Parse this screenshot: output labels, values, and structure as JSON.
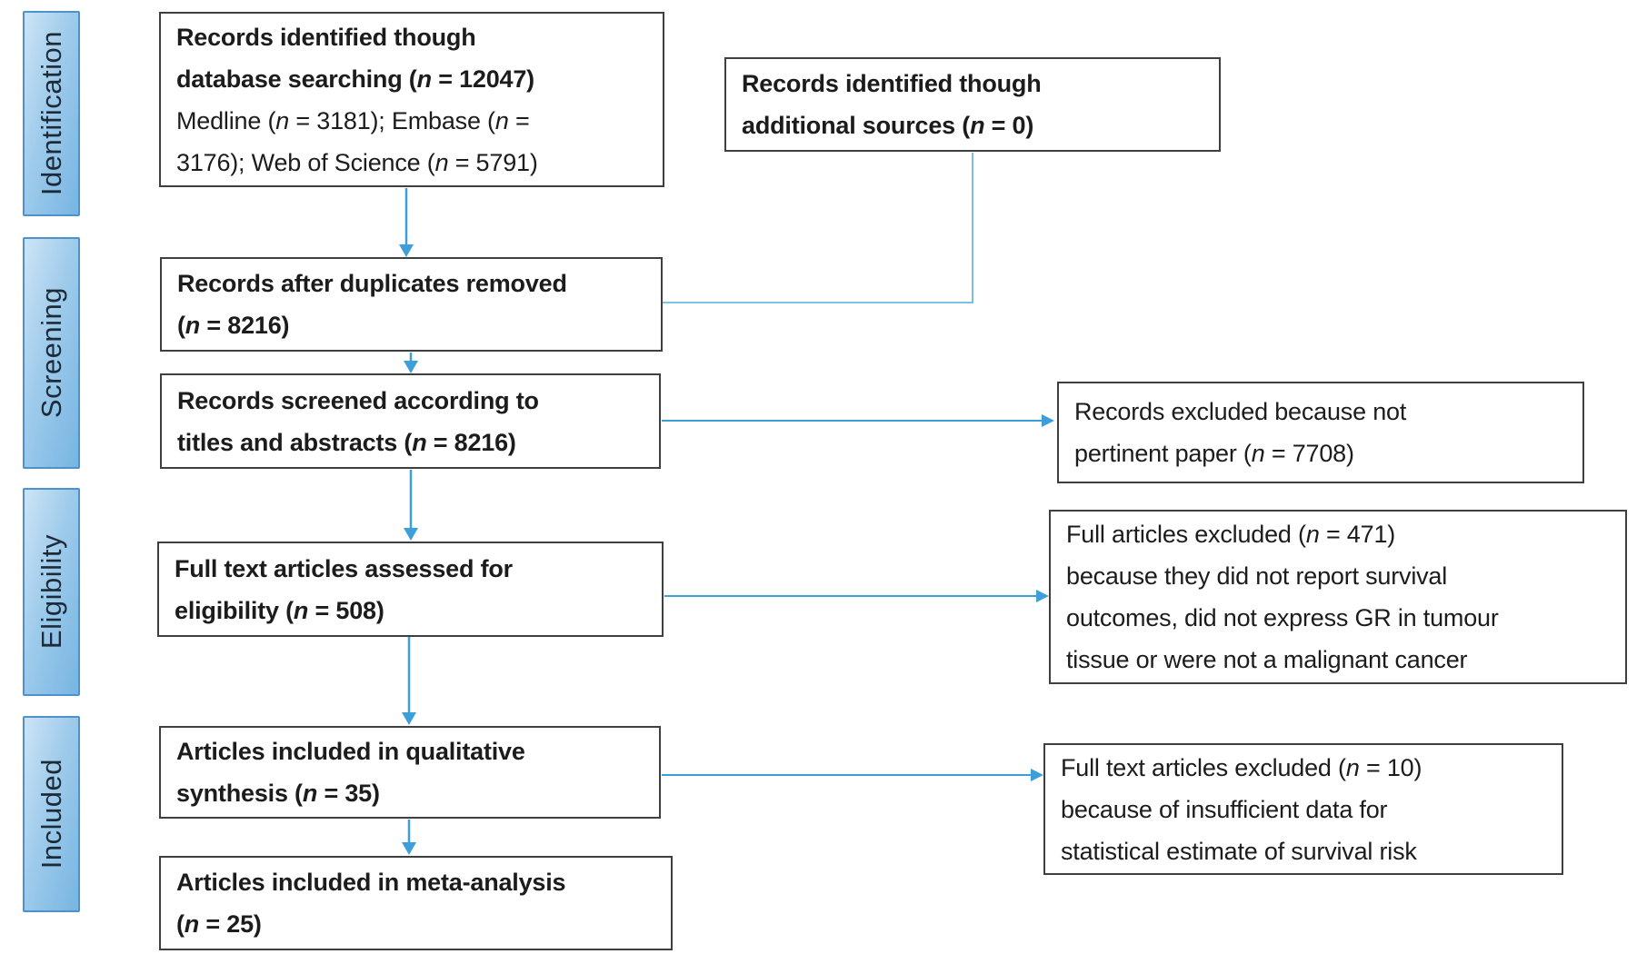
{
  "diagram": {
    "stages": [
      {
        "label": "Identification"
      },
      {
        "label": "Screening"
      },
      {
        "label": "Eligibility"
      },
      {
        "label": "Included"
      }
    ],
    "boxes": {
      "identified_db": {
        "lines": [
          [
            {
              "t": "Records identified though",
              "b": true
            }
          ],
          [
            {
              "t": "database searching (",
              "b": true
            },
            {
              "t": "n",
              "b": true,
              "i": true
            },
            {
              "t": " = 12047)",
              "b": true
            }
          ],
          [
            {
              "t": "Medline ("
            },
            {
              "t": "n",
              "i": true
            },
            {
              "t": " = 3181); Embase ("
            },
            {
              "t": "n",
              "i": true
            },
            {
              "t": " ="
            }
          ],
          [
            {
              "t": "3176); Web of Science ("
            },
            {
              "t": "n",
              "i": true
            },
            {
              "t": " = 5791)"
            }
          ]
        ]
      },
      "additional_sources": {
        "lines": [
          [
            {
              "t": "Records identified though",
              "b": true
            }
          ],
          [
            {
              "t": "additional sources (",
              "b": true
            },
            {
              "t": "n",
              "b": true,
              "i": true
            },
            {
              "t": " = 0)",
              "b": true
            }
          ]
        ]
      },
      "duplicates_removed": {
        "lines": [
          [
            {
              "t": "Records after duplicates removed",
              "b": true
            }
          ],
          [
            {
              "t": "(",
              "b": true
            },
            {
              "t": "n",
              "b": true,
              "i": true
            },
            {
              "t": " = 8216)",
              "b": true
            }
          ]
        ]
      },
      "records_screened": {
        "lines": [
          [
            {
              "t": "Records screened according to",
              "b": true
            }
          ],
          [
            {
              "t": "titles and abstracts (",
              "b": true
            },
            {
              "t": "n",
              "b": true,
              "i": true
            },
            {
              "t": " = 8216)",
              "b": true
            }
          ]
        ]
      },
      "full_text_assessed": {
        "lines": [
          [
            {
              "t": "Full text articles assessed for",
              "b": true
            }
          ],
          [
            {
              "t": "eligibility (",
              "b": true
            },
            {
              "t": "n",
              "b": true,
              "i": true
            },
            {
              "t": " = 508)",
              "b": true
            }
          ]
        ]
      },
      "qualitative_synthesis": {
        "lines": [
          [
            {
              "t": "Articles included in qualitative",
              "b": true
            }
          ],
          [
            {
              "t": "synthesis (",
              "b": true
            },
            {
              "t": "n",
              "b": true,
              "i": true
            },
            {
              "t": " = 35)",
              "b": true
            }
          ]
        ]
      },
      "meta_analysis": {
        "lines": [
          [
            {
              "t": "Articles included in meta-analysis",
              "b": true
            }
          ],
          [
            {
              "t": "(",
              "b": true
            },
            {
              "t": "n",
              "b": true,
              "i": true
            },
            {
              "t": " = 25)",
              "b": true
            }
          ]
        ]
      },
      "excluded_not_pertinent": {
        "lines": [
          [
            {
              "t": "Records excluded because not"
            }
          ],
          [
            {
              "t": "pertinent paper ("
            },
            {
              "t": "n",
              "i": true
            },
            {
              "t": " = 7708)"
            }
          ]
        ]
      },
      "excluded_full_articles": {
        "lines": [
          [
            {
              "t": "Full articles excluded ("
            },
            {
              "t": "n",
              "i": true
            },
            {
              "t": " = 471)"
            }
          ],
          [
            {
              "t": "because they did not report survival"
            }
          ],
          [
            {
              "t": "outcomes, did not express GR in tumour"
            }
          ],
          [
            {
              "t": "tissue or were not a malignant cancer"
            }
          ]
        ]
      },
      "excluded_insufficient_data": {
        "lines": [
          [
            {
              "t": "Full text articles excluded ("
            },
            {
              "t": "n",
              "i": true
            },
            {
              "t": " = 10)"
            }
          ],
          [
            {
              "t": "because of insufficient data for"
            }
          ],
          [
            {
              "t": "statistical estimate of survival risk"
            }
          ]
        ]
      }
    },
    "colors": {
      "arrow": "#3d9fd9",
      "box_border": "#3f3f3f",
      "text": "#1c1c1c",
      "stage_border": "#4f92ca",
      "stage_fill_light": "#cde4f6",
      "stage_fill_mid": "#9ecbeb",
      "stage_fill_dark": "#77b5e3",
      "stage_text": "#1d2b38"
    }
  }
}
